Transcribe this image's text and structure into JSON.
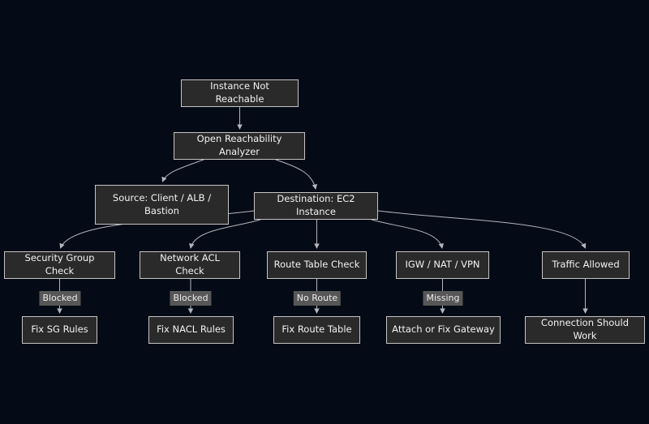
{
  "diagram": {
    "type": "flowchart",
    "theme": {
      "background": "#050b16",
      "node_fill": "#2a2a2a",
      "node_border": "#c4c4c4",
      "node_text_color": "#f2f2f2",
      "edge_color": "#b5b5bd",
      "edge_label_bg": "#575757",
      "edge_label_text_color": "#ececec"
    },
    "nodes": {
      "instance_not_reachable": {
        "label": "Instance Not Reachable"
      },
      "open_reachability_analyzer": {
        "label": "Open Reachability Analyzer"
      },
      "source": {
        "label": "Source: Client / ALB / Bastion"
      },
      "destination": {
        "label": "Destination: EC2 Instance"
      },
      "security_group_check": {
        "label": "Security Group Check"
      },
      "network_acl_check": {
        "label": "Network ACL Check"
      },
      "route_table_check": {
        "label": "Route Table Check"
      },
      "igw_nat_vpn": {
        "label": "IGW / NAT / VPN"
      },
      "traffic_allowed": {
        "label": "Traffic Allowed"
      },
      "fix_sg_rules": {
        "label": "Fix SG Rules"
      },
      "fix_nacl_rules": {
        "label": "Fix NACL Rules"
      },
      "fix_route_table": {
        "label": "Fix Route Table"
      },
      "attach_or_fix_gateway": {
        "label": "Attach or Fix Gateway"
      },
      "connection_should_work": {
        "label": "Connection Should Work"
      }
    },
    "edge_labels": {
      "security_group": "Blocked",
      "network_acl": "Blocked",
      "route_table": "No Route",
      "gateway": "Missing"
    },
    "edges": [
      {
        "from": "instance_not_reachable",
        "to": "open_reachability_analyzer",
        "label": ""
      },
      {
        "from": "open_reachability_analyzer",
        "to": "source",
        "label": ""
      },
      {
        "from": "open_reachability_analyzer",
        "to": "destination",
        "label": ""
      },
      {
        "from": "destination",
        "to": "security_group_check",
        "label": ""
      },
      {
        "from": "destination",
        "to": "network_acl_check",
        "label": ""
      },
      {
        "from": "destination",
        "to": "route_table_check",
        "label": ""
      },
      {
        "from": "destination",
        "to": "igw_nat_vpn",
        "label": ""
      },
      {
        "from": "destination",
        "to": "traffic_allowed",
        "label": ""
      },
      {
        "from": "security_group_check",
        "to": "fix_sg_rules",
        "label": "Blocked"
      },
      {
        "from": "network_acl_check",
        "to": "fix_nacl_rules",
        "label": "Blocked"
      },
      {
        "from": "route_table_check",
        "to": "fix_route_table",
        "label": "No Route"
      },
      {
        "from": "igw_nat_vpn",
        "to": "attach_or_fix_gateway",
        "label": "Missing"
      },
      {
        "from": "traffic_allowed",
        "to": "connection_should_work",
        "label": ""
      }
    ]
  }
}
